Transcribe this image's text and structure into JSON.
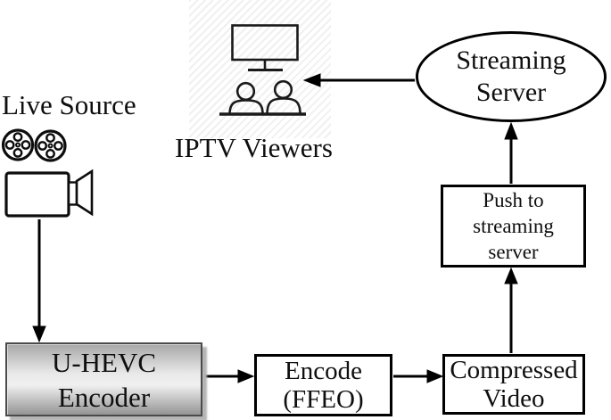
{
  "diagram": {
    "labels": {
      "live_source": "Live Source",
      "iptv_viewers": "IPTV Viewers"
    },
    "nodes": {
      "streaming_server": {
        "shape": "ellipse",
        "lines": [
          "Streaming",
          "Server"
        ]
      },
      "push_to_streaming_server": {
        "shape": "rect",
        "lines": [
          "Push to",
          "streaming",
          "server"
        ]
      },
      "compressed_video": {
        "shape": "rect",
        "lines": [
          "Compressed",
          "Video"
        ]
      },
      "encode_ffeo": {
        "shape": "rect",
        "lines": [
          "Encode",
          "(FFEO)"
        ]
      },
      "uhevc_encoder": {
        "shape": "rect-gradient",
        "lines": [
          "U-HEVC",
          "Encoder"
        ]
      }
    },
    "icons": {
      "camera": "movie-camera-icon",
      "viewers": "iptv-viewers-icon"
    },
    "edges": [
      {
        "from": "live-source-camera",
        "to": "uhevc-encoder"
      },
      {
        "from": "uhevc-encoder",
        "to": "encode-ffeo"
      },
      {
        "from": "encode-ffeo",
        "to": "compressed-video"
      },
      {
        "from": "compressed-video",
        "to": "push-to-streaming-server"
      },
      {
        "from": "push-to-streaming-server",
        "to": "streaming-server"
      },
      {
        "from": "streaming-server",
        "to": "iptv-viewers"
      }
    ],
    "colors": {
      "stroke": "#000000",
      "text": "#111111",
      "uhevc_border": "#4a4a4a",
      "uhevc_gradient_top": "#a8a8a8",
      "uhevc_gradient_mid": "#f0f0f0",
      "uhevc_gradient_bottom": "#949494",
      "uhevc_shadow": "#b5b5b5",
      "hatch": "#f0f0f0",
      "background": "#ffffff"
    }
  }
}
